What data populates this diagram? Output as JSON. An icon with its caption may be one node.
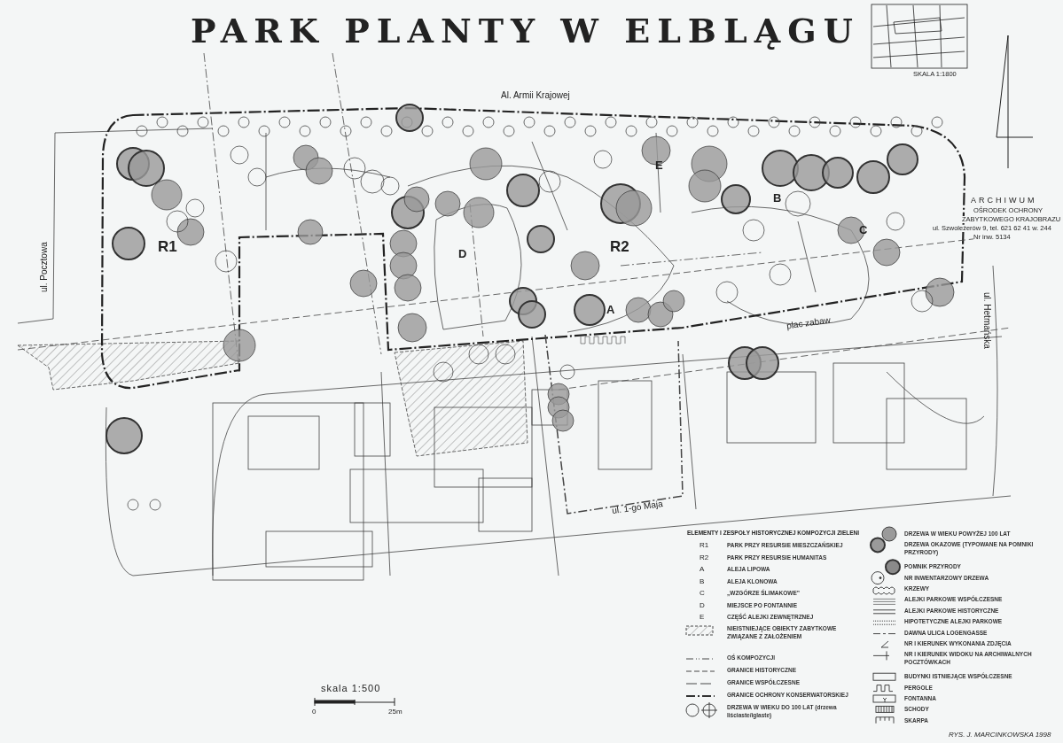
{
  "diagram": {
    "title": "PARK PLANTY W ELBLĄGU",
    "labels": [
      "Al. Armii Krajowej",
      "ul. Pocztowa",
      "ul. Hetmańska",
      "ul. 1-go Maja",
      "plac zabaw",
      "R1",
      "R2",
      "A",
      "B",
      "C",
      "D",
      "E",
      "skala 1:500",
      "0",
      "25m",
      "SKALA 1:1800",
      "ARCHIWUM",
      "OŚRODEK OCHRONY",
      "ZABYTKOWEGO KRAJOBRAZU",
      "ul. Szwoleżerów 9, tel. 621 62 41 w. 244",
      "Nr inw. 5134",
      "RYS. J. MARCINKOWSKA 1998",
      "ELEMENTY I ZESPOŁY HISTORYCZNEJ KOMPOZYCJI ZIELENI",
      "R1",
      "R2",
      "A",
      "B",
      "C",
      "D",
      "E"
    ],
    "legend": [
      {
        "text": "PARK PRZY RESURSIE MIESZCZAŃSKIEJ"
      },
      {
        "text": "PARK PRZY RESURSIE HUMANITAS"
      },
      {
        "text": "ALEJA LIPOWA"
      },
      {
        "text": "ALEJA KLONOWA"
      },
      {
        "text": "„WZGÓRZE ŚLIMAKOWE”"
      },
      {
        "text": "MIEJSCE PO FONTANNIE"
      },
      {
        "text": "CZĘŚĆ ALEJKI ZEWNĘTRZNEJ"
      },
      {
        "text": "NIEISTNIEJĄCE OBIEKTY ZABYTKOWE ZWIĄZANE Z ZAŁOŻENIEM"
      },
      {
        "text": "OŚ KOMPOZYCJI"
      },
      {
        "text": "GRANICE HISTORYCZNE"
      },
      {
        "text": "GRANICE WSPÓŁCZESNE"
      },
      {
        "text": "GRANICE OCHRONY KONSERWATORSKIEJ"
      },
      {
        "text": "DRZEWA W WIEKU DO 100 LAT (drzewa liściaste/iglaste)"
      },
      {
        "text": "DRZEWA W WIEKU POWYŻEJ 100 LAT"
      },
      {
        "text": "DRZEWA OKAZOWE (TYPOWANE NA POMNIKI PRZYRODY)"
      },
      {
        "text": "POMNIK PRZYRODY"
      },
      {
        "text": "NR INWENTARZOWY DRZEWA"
      },
      {
        "text": "KRZEWY"
      },
      {
        "text": "ALEJKI PARKOWE WSPÓŁCZESNE"
      },
      {
        "text": "ALEJKI PARKOWE HISTORYCZNE"
      },
      {
        "text": "HIPOTETYCZNE ALEJKI PARKOWE"
      },
      {
        "text": "DAWNA ULICA LOGENGASSE"
      },
      {
        "text": "NR I KIERUNEK WYKONANIA ZDJĘCIA"
      },
      {
        "text": "NR I KIERUNEK WIDOKU NA ARCHIWALNYCH POCZTÓWKACH"
      },
      {
        "text": "BUDYNKI ISTNIEJĄCE WSPÓŁCZESNE"
      },
      {
        "text": "PERGOLE"
      },
      {
        "text": "FONTANNA"
      },
      {
        "text": "SCHODY"
      },
      {
        "text": "SKARPA"
      }
    ]
  }
}
